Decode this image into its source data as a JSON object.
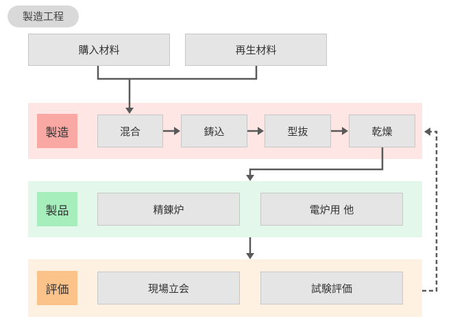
{
  "title": "製造工程",
  "inputs": [
    "購入材料",
    "再生材料"
  ],
  "stages": {
    "manufacturing": {
      "label": "製造",
      "steps": [
        "混合",
        "鋳込",
        "型抜",
        "乾燥"
      ]
    },
    "products": {
      "label": "製品",
      "items": [
        "精錬炉",
        "電炉用 他"
      ]
    },
    "evaluation": {
      "label": "評価",
      "items": [
        "現場立会",
        "試験評価"
      ]
    }
  },
  "colors": {
    "manufacturing_band": "#fde6e3",
    "manufacturing_label": "#f9a8a3",
    "products_band": "#e3f7ea",
    "products_label": "#a6efbd",
    "evaluation_band": "#fef1e2",
    "evaluation_label": "#fbc28a",
    "arrow": "#595959",
    "box": "#e5e5e5"
  }
}
